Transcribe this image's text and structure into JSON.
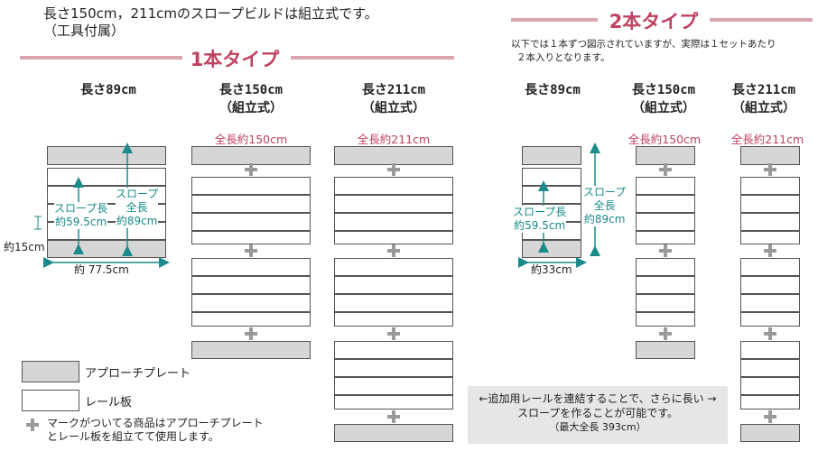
{
  "top_note": {
    "line1": "長さ150cm，211cmのスロープビルドは組立式です。",
    "line2": "（工具付属）"
  },
  "single": {
    "title": "1本タイプ",
    "col1": {
      "header": "長さ89cm"
    },
    "col2": {
      "header1": "長さ150cm",
      "header2": "（組立式）",
      "total": "全長約150cm"
    },
    "col3": {
      "header1": "長さ211cm",
      "header2": "（組立式）",
      "total": "全長約211cm"
    },
    "dims": {
      "slope_len": "スロープ長",
      "slope_len_val": "約59.5cm",
      "slope_full": "スロープ",
      "slope_full2": "全長",
      "slope_full_val": "約89cm",
      "height": "約15cm",
      "width": "約 77.5cm"
    }
  },
  "double": {
    "title": "2本タイプ",
    "note1": "以下では１本ずつ図示されていますが、実際は１セットあたり",
    "note2": "２本入りとなります。",
    "col1": {
      "header": "長さ89cm"
    },
    "col2": {
      "header1": "長さ150cm",
      "header2": "（組立式）",
      "total": "全長約150cm"
    },
    "col3": {
      "header1": "長さ211cm",
      "header2": "（組立式）",
      "total": "全長約211cm"
    },
    "dims": {
      "slope_len": "スロープ長",
      "slope_len_val": "約59.5cm",
      "slope_full": "スロープ",
      "slope_full2": "全長",
      "slope_full_val": "約89cm",
      "width": "約33cm"
    },
    "footer1": "←追加用レールを連結することで、さらに長い →",
    "footer2": "スロープを作ることが可能です。",
    "footer3": "（最大全長 393cm）"
  },
  "legend": {
    "approach_plate": "アプローチプレート",
    "rail_board": "レール板",
    "plus_note1": "マークがついてる商品はアプローチプレート",
    "plus_note2": "とレール板を組立てて使用します。"
  },
  "colors": {
    "accent": "#c0415f",
    "rule": "#d9a6b0",
    "dimension": "#1a8a8a",
    "plate": "#d6d6d6",
    "footer_bg": "#e6e6e6"
  }
}
